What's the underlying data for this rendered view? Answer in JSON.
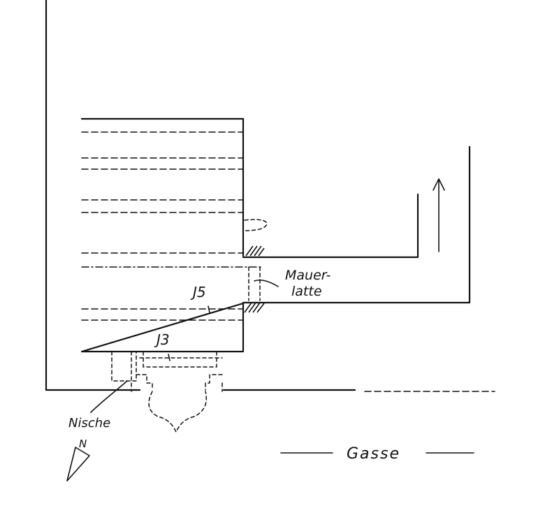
{
  "labels": {
    "mauerlatte_line1": "Mauer-",
    "mauerlatte_line2": "latte",
    "beam_j5": "J5",
    "beam_j3": "J3",
    "nische": "Nische",
    "north": "N",
    "gasse": "Gasse"
  }
}
